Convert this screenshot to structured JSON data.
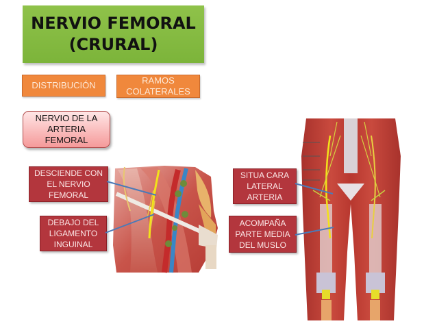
{
  "title": {
    "line1": "NERVIO FEMORAL",
    "line2": "(CRURAL)",
    "color": "#86bc43"
  },
  "sections": {
    "distribucion": "DISTRIBUCIÓN",
    "ramos_line1": "RAMOS",
    "ramos_line2": "COLATERALES",
    "section_color": "#f0883c"
  },
  "topic": {
    "line1": "NERVIO DE LA",
    "line2": "ARTERIA",
    "line3": "FEMORAL"
  },
  "labels_left": [
    {
      "line1": "DESCIENDE CON",
      "line2": "EL NERVIO",
      "line3": "FEMORAL"
    },
    {
      "line1": "DEBAJO DEL",
      "line2": "LIGAMENTO",
      "line3": "INGUINAL"
    }
  ],
  "labels_right": [
    {
      "line1": "SITUA CARA",
      "line2": "LATERAL",
      "line3": "ARTERIA"
    },
    {
      "line1": "ACOMPAÑA",
      "line2": "PARTE MEDIA",
      "line3": "DEL MUSLO"
    }
  ],
  "images": {
    "inguinal": "anatomical illustration of inguinal region with femoral nerve, artery and vein",
    "legs": "anatomical illustration of anterior thigh muscles with femoral nerve"
  },
  "colors": {
    "label_box": "#b3363d",
    "pointer_arrow": "#4a7ab8",
    "nerve": "#f2e21a"
  }
}
